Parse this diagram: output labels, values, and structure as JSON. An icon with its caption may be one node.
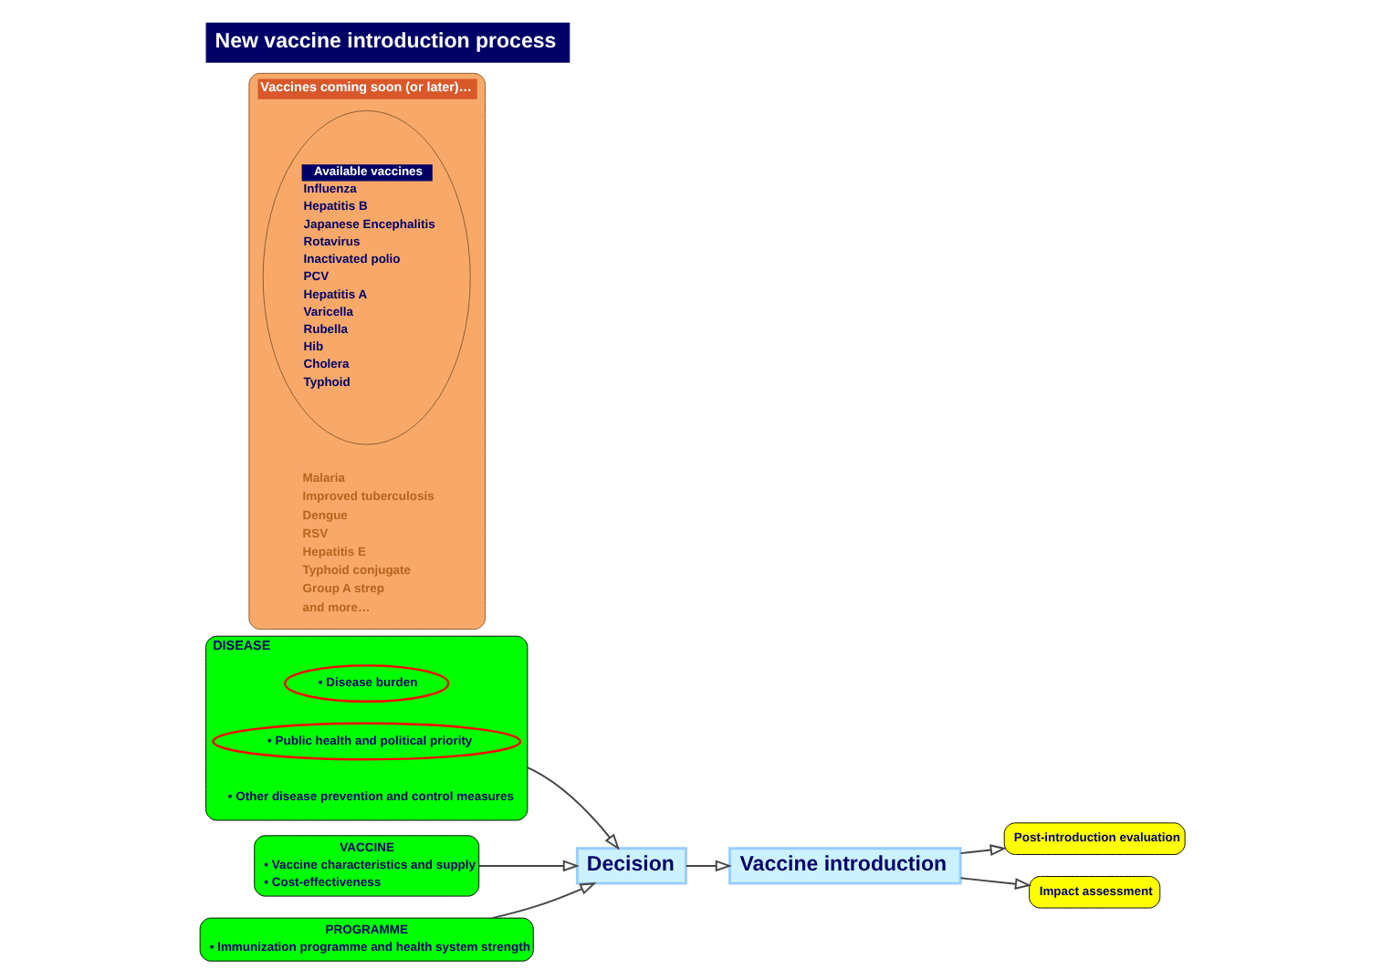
{
  "diagram": {
    "title": "New vaccine introduction process",
    "nodes": [
      {
        "text": [
          "DISEASE",
          "• Other disease prevention and control measures"
        ]
      },
      {
        "text": [
          "• Disease burden"
        ],
        "in": 0
      },
      {
        "text": [
          "• Public health and political priority"
        ],
        "in": 0
      },
      {
        "text": [
          "VACCINE",
          "• Vaccine characteristics and supply",
          "• Cost-effectiveness"
        ]
      },
      {
        "text": [
          "PROGRAMME",
          "• Immunization programme and health system strength"
        ]
      },
      {
        "text": [
          "Decision"
        ]
      },
      {
        "text": [
          "Vaccine introduction"
        ]
      },
      {
        "text": [
          "Post-introduction evaluation"
        ]
      },
      {
        "text": [
          "Impact assessment"
        ]
      },
      {
        "text": [
          "Vaccines coming soon (or later)…",
          "Malaria",
          "Improved tuberculosis",
          "Dengue",
          "RSV",
          "Hepatitis E",
          "Typhoid conjugate",
          "Group A strep",
          "and more…"
        ]
      },
      {
        "text": [
          "Available vaccines",
          "Influenza",
          "Hepatitis B",
          "Japanese Encephalitis",
          "Rotavirus",
          "Inactivated polio",
          "PCV",
          "Hepatitis A",
          "Varicella",
          "Rubella",
          "Hib",
          "Cholera",
          "Typhoid"
        ],
        "in": 9
      }
    ],
    "edges": [
      {
        "from": 0,
        "to": 5,
        "arrow": "to"
      },
      {
        "from": 3,
        "to": 5,
        "arrow": "to"
      },
      {
        "from": 4,
        "to": 5,
        "arrow": "to"
      },
      {
        "from": 5,
        "to": 6,
        "arrow": "to"
      },
      {
        "from": 6,
        "to": 7,
        "arrow": "to"
      },
      {
        "from": 6,
        "to": 8,
        "arrow": "to"
      }
    ]
  }
}
